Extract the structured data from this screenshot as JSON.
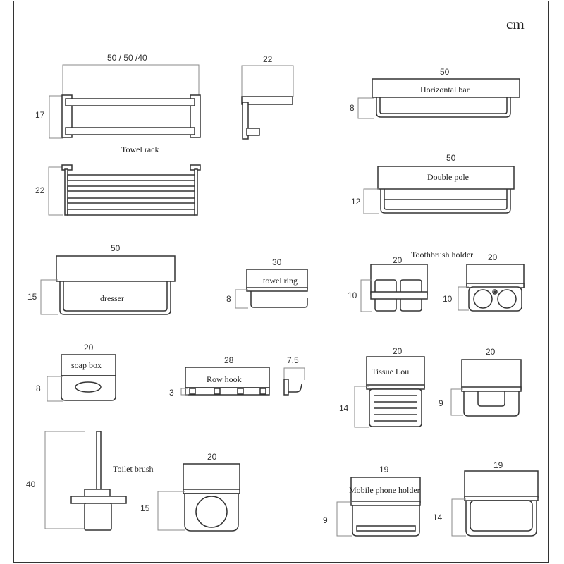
{
  "unit": "cm",
  "products": {
    "towel_rack": {
      "name": "Towel rack",
      "width": "50 / 50 /40",
      "height_small": "17",
      "height_large": "22",
      "depth": "22"
    },
    "horizontal_bar": {
      "name": "Horizontal bar",
      "width": "50",
      "height": "8"
    },
    "double_pole": {
      "name": "Double pole",
      "width": "50",
      "height": "12"
    },
    "dresser": {
      "name": "dresser",
      "width": "50",
      "height": "15"
    },
    "towel_ring": {
      "name": "towel ring",
      "width": "30",
      "height": "8"
    },
    "toothbrush_holder": {
      "name": "Toothbrush holder",
      "width_a": "20",
      "height_a": "10",
      "width_b": "20",
      "height_b": "10"
    },
    "soap_box": {
      "name": "soap box",
      "width": "20",
      "height": "8"
    },
    "row_hook": {
      "name": "Row hook",
      "width": "28",
      "height": "3",
      "depth": "7.5"
    },
    "tissue_box": {
      "name": "Tissue Lou",
      "width_a": "20",
      "height_a": "14",
      "width_b": "20",
      "height_b": "9"
    },
    "toilet_brush": {
      "name": "Toilet brush",
      "height": "40",
      "width": "20",
      "cup_height": "15"
    },
    "phone_holder": {
      "name": "Mobile phone holder",
      "width_a": "19",
      "height_a": "9",
      "width_b": "19",
      "height_b": "14"
    }
  }
}
